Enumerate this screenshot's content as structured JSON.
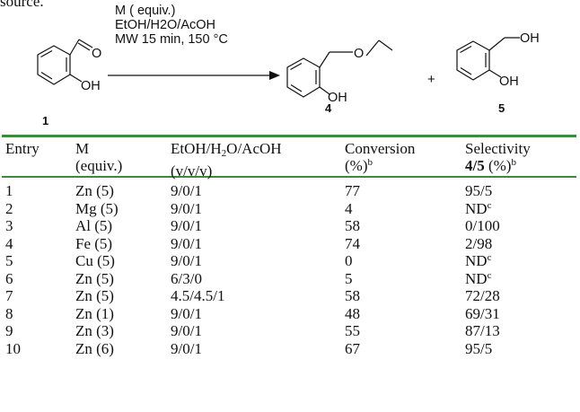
{
  "page_top_text": "source.",
  "scheme": {
    "conditions": [
      "M ( equiv.)",
      "EtOH/H2O/AcOH",
      "MW 15 min, 150 °C"
    ],
    "reactant_label": "1",
    "product_labels": [
      "4",
      "5"
    ],
    "plus": "+",
    "atoms": {
      "O": "O",
      "OH": "OH"
    }
  },
  "table": {
    "header_row1": [
      "Entry",
      "M",
      "EtOH/H",
      "O/AcOH",
      "Conversion",
      "Selectivity"
    ],
    "header_sub2": "2",
    "header_row2": [
      "(equiv.)",
      "(v/v/v)",
      "(%)",
      "4/5",
      "(%)"
    ],
    "header_sup": "b",
    "note_mark": "c",
    "rows": [
      {
        "entry": "1",
        "m": "Zn (5)",
        "ratio": "9/0/1",
        "conversion": "77",
        "selectivity": "95/5"
      },
      {
        "entry": "2",
        "m": "Mg (5)",
        "ratio": "9/0/1",
        "conversion": "4",
        "selectivity": "ND"
      },
      {
        "entry": "3",
        "m": "Al (5)",
        "ratio": "9/0/1",
        "conversion": "58",
        "selectivity": "0/100"
      },
      {
        "entry": "4",
        "m": "Fe (5)",
        "ratio": "9/0/1",
        "conversion": "74",
        "selectivity": "2/98"
      },
      {
        "entry": "5",
        "m": "Cu (5)",
        "ratio": "9/0/1",
        "conversion": "0",
        "selectivity": "ND"
      },
      {
        "entry": "6",
        "m": "Zn (5)",
        "ratio": "6/3/0",
        "conversion": "5",
        "selectivity": "ND"
      },
      {
        "entry": "7",
        "m": "Zn (5)",
        "ratio": "4.5/4.5/1",
        "conversion": "58",
        "selectivity": "72/28"
      },
      {
        "entry": "8",
        "m": "Zn (1)",
        "ratio": "9/0/1",
        "conversion": "48",
        "selectivity": "69/31"
      },
      {
        "entry": "9",
        "m": "Zn (3)",
        "ratio": "9/0/1",
        "conversion": "55",
        "selectivity": "87/13"
      },
      {
        "entry": "10",
        "m": "Zn (6)",
        "ratio": "9/0/1",
        "conversion": "67",
        "selectivity": "95/5"
      }
    ]
  }
}
